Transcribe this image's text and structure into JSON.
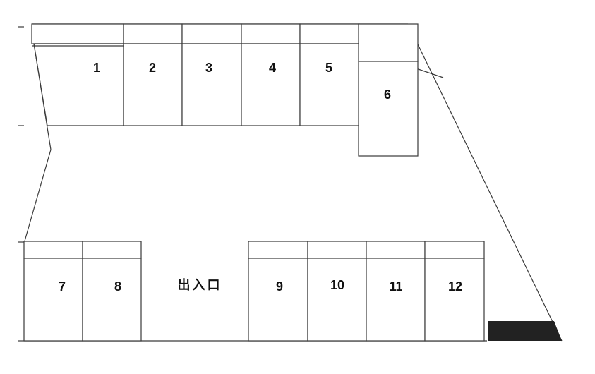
{
  "spaces": [
    {
      "id": "space-1",
      "label": "1"
    },
    {
      "id": "space-2",
      "label": "2"
    },
    {
      "id": "space-3",
      "label": "3"
    },
    {
      "id": "space-4",
      "label": "4"
    },
    {
      "id": "space-5",
      "label": "5"
    },
    {
      "id": "space-6",
      "label": "6"
    },
    {
      "id": "space-7",
      "label": "7"
    },
    {
      "id": "space-8",
      "label": "8"
    },
    {
      "id": "space-9",
      "label": "9"
    },
    {
      "id": "space-10",
      "label": "10"
    },
    {
      "id": "space-11",
      "label": "11"
    },
    {
      "id": "space-12",
      "label": "12"
    }
  ],
  "entrance_label": "出入口",
  "colors": {
    "line": "#3a3a3a",
    "fill": "#ffffff",
    "marker": "#222222"
  }
}
